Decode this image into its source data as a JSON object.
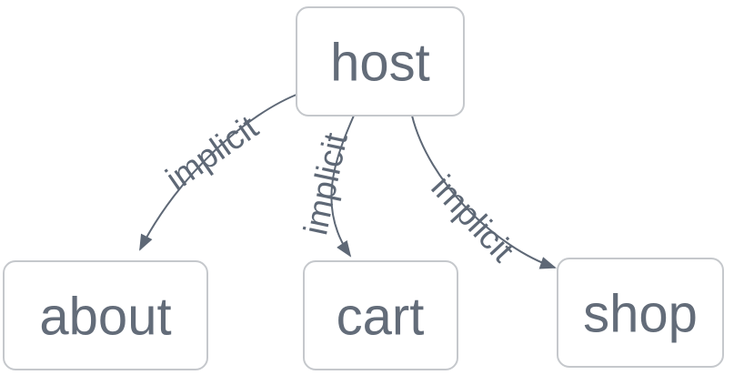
{
  "diagram": {
    "type": "flowchart",
    "direction": "top-down",
    "nodes": [
      {
        "id": "host",
        "label": "host"
      },
      {
        "id": "about",
        "label": "about"
      },
      {
        "id": "cart",
        "label": "cart"
      },
      {
        "id": "shop",
        "label": "shop"
      }
    ],
    "edges": [
      {
        "from": "host",
        "to": "about",
        "label": "implicit"
      },
      {
        "from": "host",
        "to": "cart",
        "label": "implicit"
      },
      {
        "from": "host",
        "to": "shop",
        "label": "implicit"
      }
    ],
    "colors": {
      "background": "#ffffff",
      "node_fill": "#ffffff",
      "node_border": "#c5c8cc",
      "node_text": "#636c79",
      "edge": "#5e6876",
      "edge_label": "#5e6876"
    }
  }
}
